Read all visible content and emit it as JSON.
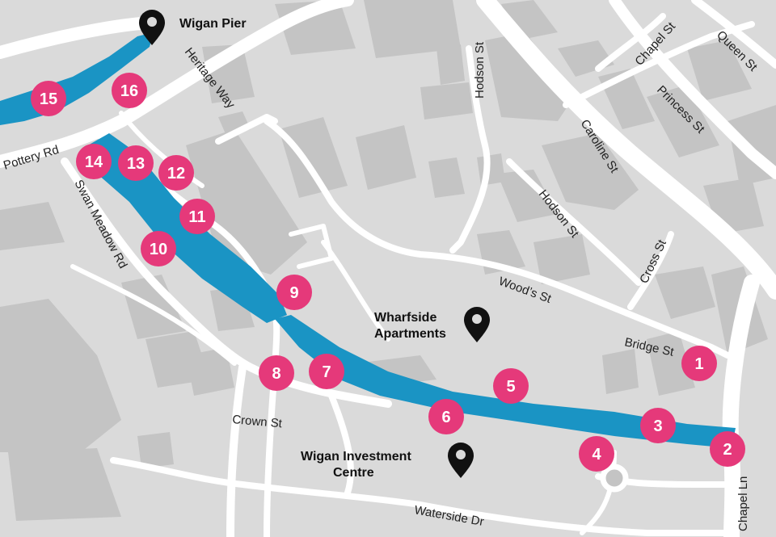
{
  "colors": {
    "background": "#dadada",
    "block": "#c4c4c4",
    "road": "#ffffff",
    "canal": "#1a94c4",
    "marker": "#e5397a",
    "pin": "#111111"
  },
  "pois": {
    "wigan_pier": "Wigan Pier",
    "wharfside_line1": "Wharfside",
    "wharfside_line2": "Apartments",
    "investment_line1": "Wigan Investment",
    "investment_line2": "Centre"
  },
  "streets": {
    "heritage_way": "Heritage Way",
    "hodson_st_top": "Hodson St",
    "hodson_st_mid": "Hodson St",
    "chapel_st": "Chapel St",
    "queen_st": "Queen St",
    "princess_st": "Princess St",
    "caroline_st": "Caroline St",
    "pottery_rd": "Pottery Rd",
    "swan_meadow_rd": "Swan Meadow Rd",
    "cross_st": "Cross St",
    "woods_st": "Wood’s St",
    "bridge_st": "Bridge St",
    "crown_st": "Crown St",
    "waterside_dr": "Waterside Dr",
    "chapel_ln": "Chapel Ln"
  },
  "markers": [
    "1",
    "2",
    "3",
    "4",
    "5",
    "6",
    "7",
    "8",
    "9",
    "10",
    "11",
    "12",
    "13",
    "14",
    "15",
    "16"
  ],
  "icons": {
    "pin": "map-pin-icon"
  }
}
